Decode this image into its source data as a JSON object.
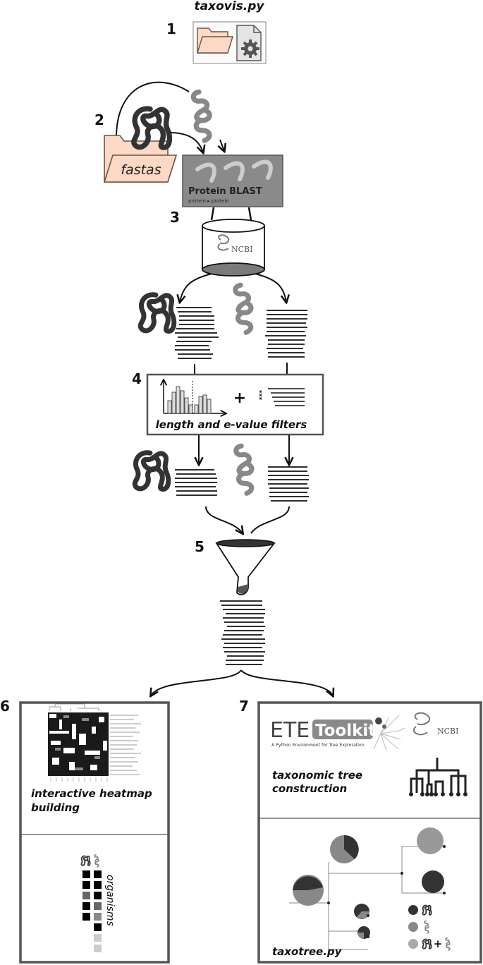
{
  "title": "taxovis.py",
  "steps": {
    "s1": "1",
    "s2": "2",
    "s3": "3",
    "s4": "4",
    "s5": "5",
    "s6": "6",
    "s7": "7"
  },
  "folder_label": "fastas",
  "blast": {
    "title": "Protein BLAST",
    "subtitle": "protein ▸ protein"
  },
  "db_label": "NCBI",
  "filters": {
    "plus": "+",
    "stars": "***",
    "caption": "length and e-value filters"
  },
  "heatmap_caption": "interactive heatmap building",
  "organisms_label": "organisms",
  "ete": {
    "logo_ete": "ETE",
    "logo_toolkit": "Toolkit",
    "tagline": "A Python Environment for Tree Exploration",
    "ncbi": "NCBI",
    "caption": "taxonomic tree construction"
  },
  "taxotree": {
    "caption": "taxotree.py",
    "legend_plus": "+"
  },
  "colors": {
    "dark": "#333333",
    "mid": "#888888",
    "light": "#aaaaaa",
    "peach": "#fbd9c4",
    "frame": "#555555"
  },
  "icons": [
    "folder-icon",
    "settings-file-icon",
    "protein-dark-icon",
    "protein-light-icon",
    "funnel-icon",
    "ncbi-logo-icon",
    "tree-icon"
  ]
}
